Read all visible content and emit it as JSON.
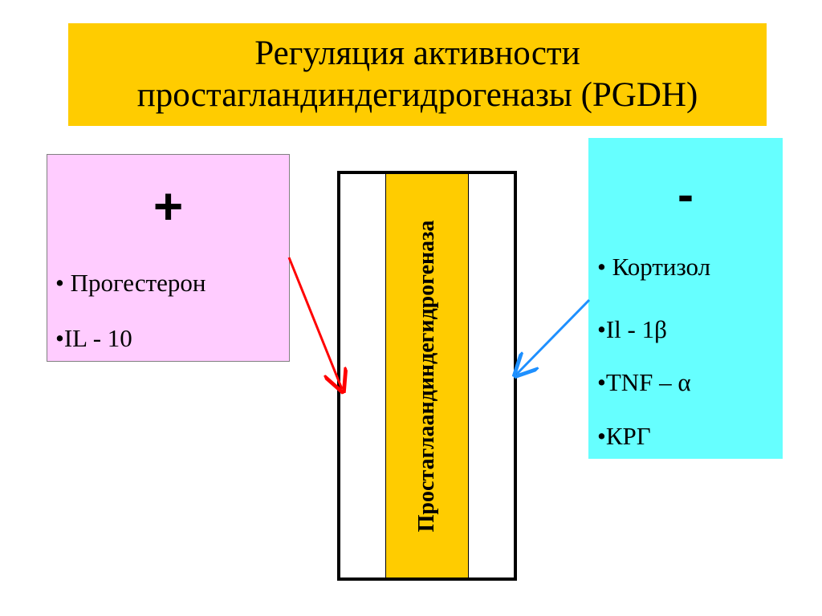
{
  "title": {
    "line1": "Регуляция активности",
    "line2": "простагландиндегидрогеназы (PGDH)"
  },
  "activators": {
    "sign": "+",
    "items": [
      "• Прогестерон",
      "•IL - 10"
    ]
  },
  "inhibitors": {
    "sign": "-",
    "items": [
      "• Кортизол",
      "•Il - 1β",
      "•TNF – α",
      "•КРГ"
    ]
  },
  "enzyme": {
    "label": "Простаглаандиндегидрогеназа"
  },
  "colors": {
    "title_bg": "#FFCC00",
    "activators_bg": "#FFCCFF",
    "inhibitors_bg": "#66FFFF",
    "enzyme_band": "#FFCC00",
    "activator_arrow": "#FF0000",
    "inhibitor_arrow": "#1E90FF"
  }
}
